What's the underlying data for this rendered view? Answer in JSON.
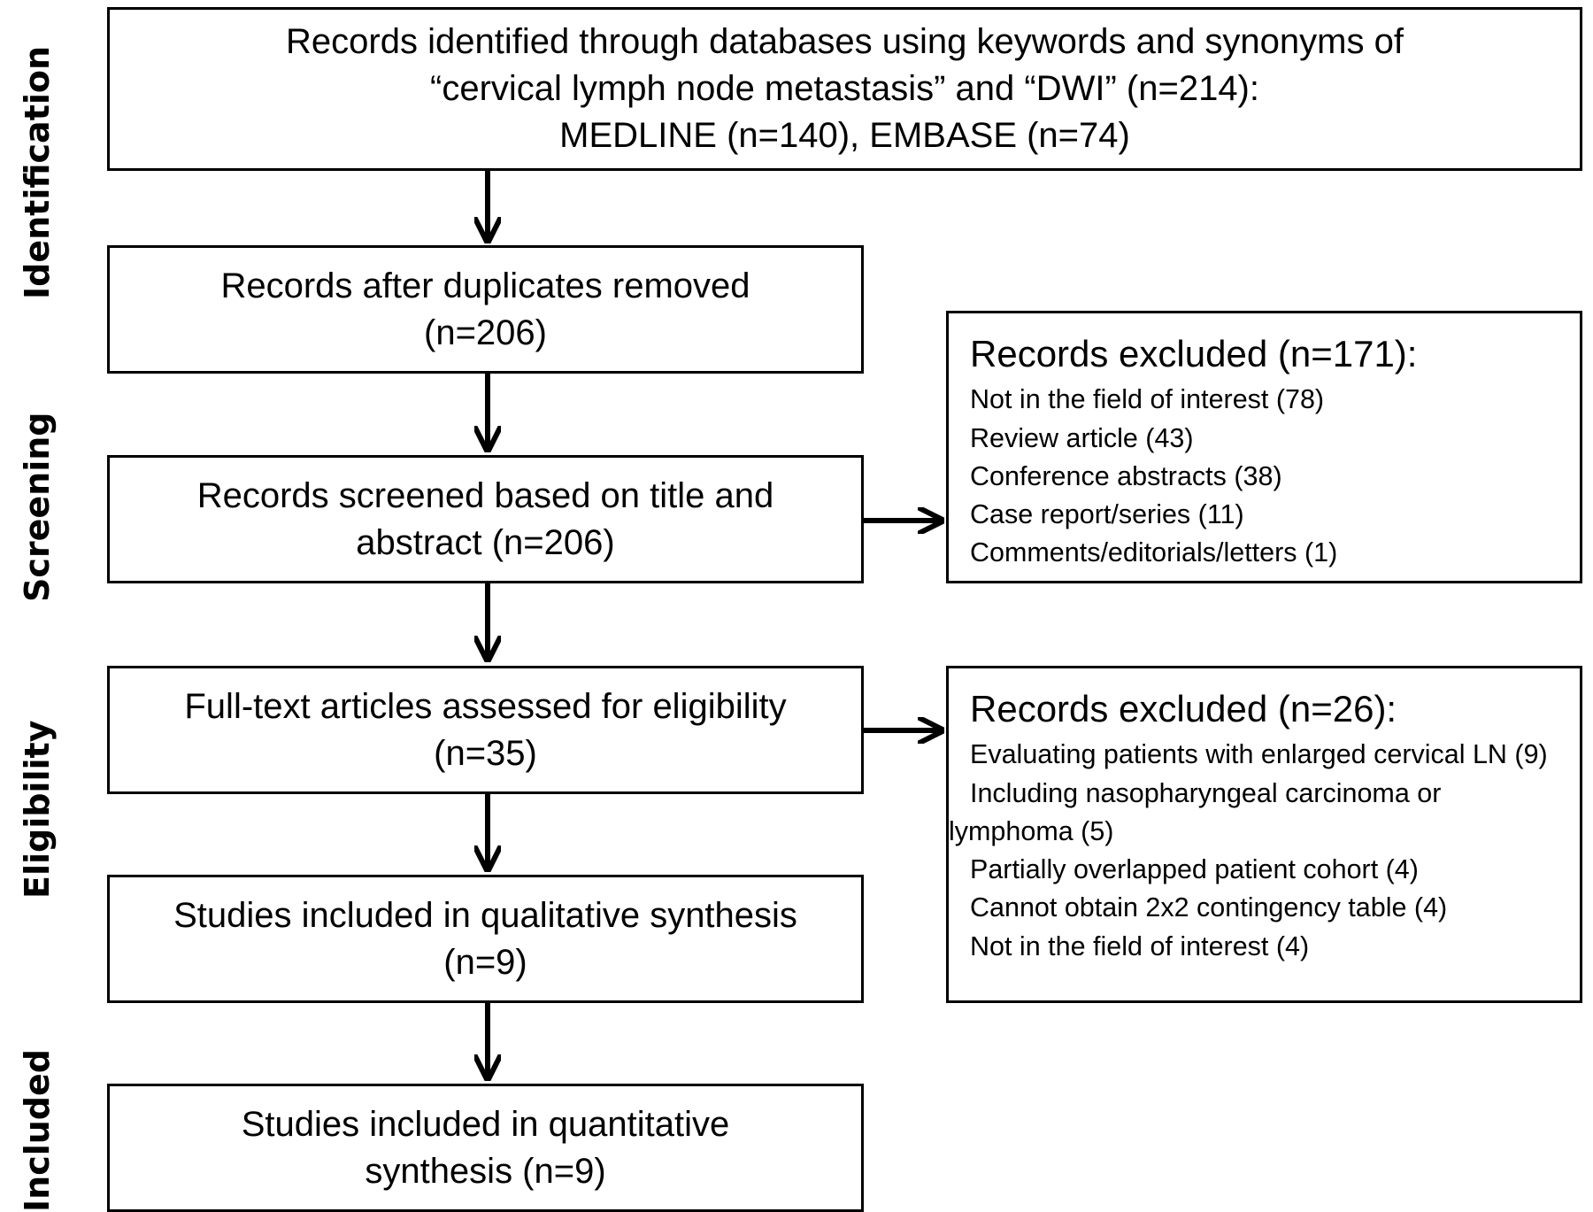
{
  "stages": [
    "Identification",
    "Screening",
    "Eligibility",
    "Included"
  ],
  "boxes": {
    "identified": [
      "Records identified through databases using keywords and synonyms of",
      "“cervical lymph node metastasis” and “DWI” (n=214):",
      "MEDLINE (n=140), EMBASE (n=74)"
    ],
    "duplicates": [
      "Records after duplicates removed",
      "(n=206)"
    ],
    "screened": [
      "Records screened based on title and",
      "abstract (n=206)"
    ],
    "fulltext": [
      "Full-text articles assessed for eligibility",
      "(n=35)"
    ],
    "qualitative": [
      "Studies included in qualitative synthesis",
      "(n=9)"
    ],
    "quantitative": [
      "Studies included in quantitative",
      "synthesis (n=9)"
    ]
  },
  "excluded1": {
    "title": "Records excluded (n=171):",
    "items": [
      "Not in the field of interest (78)",
      "Review article (43)",
      "Conference abstracts (38)",
      "Case report/series (11)",
      "Comments/editorials/letters (1)"
    ]
  },
  "excluded2": {
    "title": "Records excluded (n=26):",
    "items": [
      "Evaluating patients with enlarged cervical LN (9)",
      "Including nasopharyngeal carcinoma or lymphoma (5)",
      "Partially overlapped patient cohort (4)",
      "Cannot obtain 2x2 contingency table (4)",
      "Not in the field of interest (4)"
    ]
  }
}
